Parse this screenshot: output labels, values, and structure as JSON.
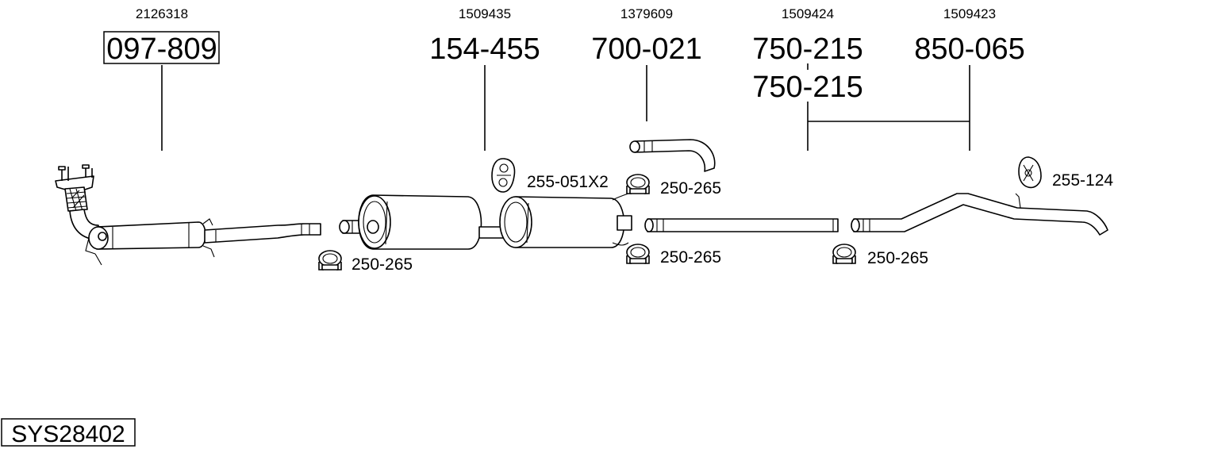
{
  "diagram_code": "SYS28402",
  "parts": [
    {
      "ref": "2126318",
      "code": "097-809"
    },
    {
      "ref": "1509435",
      "code": "154-455"
    },
    {
      "ref": "1379609",
      "code": "700-021"
    },
    {
      "ref": "1509424",
      "code": "750-215",
      "code2": "750-215"
    },
    {
      "ref": "1509423",
      "code": "850-065"
    }
  ],
  "accessories": {
    "clamp_1": "250-265",
    "clamp_2": "250-265",
    "clamp_3": "250-265",
    "clamp_4": "250-265",
    "hanger_1": "255-051X2",
    "hanger_2": "255-124"
  }
}
